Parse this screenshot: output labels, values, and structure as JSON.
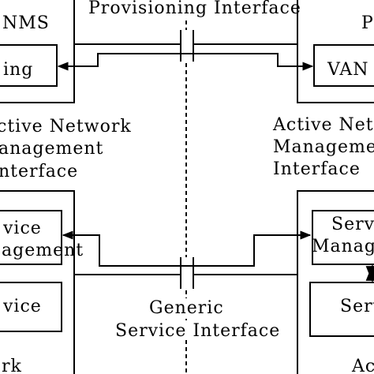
{
  "colors": {
    "background": "#ffffff",
    "ink": "#000000"
  },
  "labels": {
    "provisioning_interface": "Provisioning Interface",
    "left_top_box_title": "NMS",
    "left_top_inner": "ing",
    "right_top_box_title": "P",
    "right_top_inner": "VAN",
    "left_annotation_line1": "ctive Network",
    "left_annotation_line2": "anagement",
    "left_annotation_line3": "nterface",
    "right_annotation_line1": "Active Netw",
    "right_annotation_line2": "Managemen",
    "right_annotation_line3": "Interface",
    "left_service_mgmt_line1": "vice",
    "left_service_mgmt_line2": "agement",
    "left_service_box": "vice",
    "left_bottom_caption": "rk",
    "right_service_mgmt_line1": "Serv",
    "right_service_mgmt_line2": "Managa",
    "right_service_box": "Serv",
    "right_bottom_caption": "Ac",
    "generic_interface_line1": "Generic",
    "generic_interface_line2": "Service Interface"
  }
}
